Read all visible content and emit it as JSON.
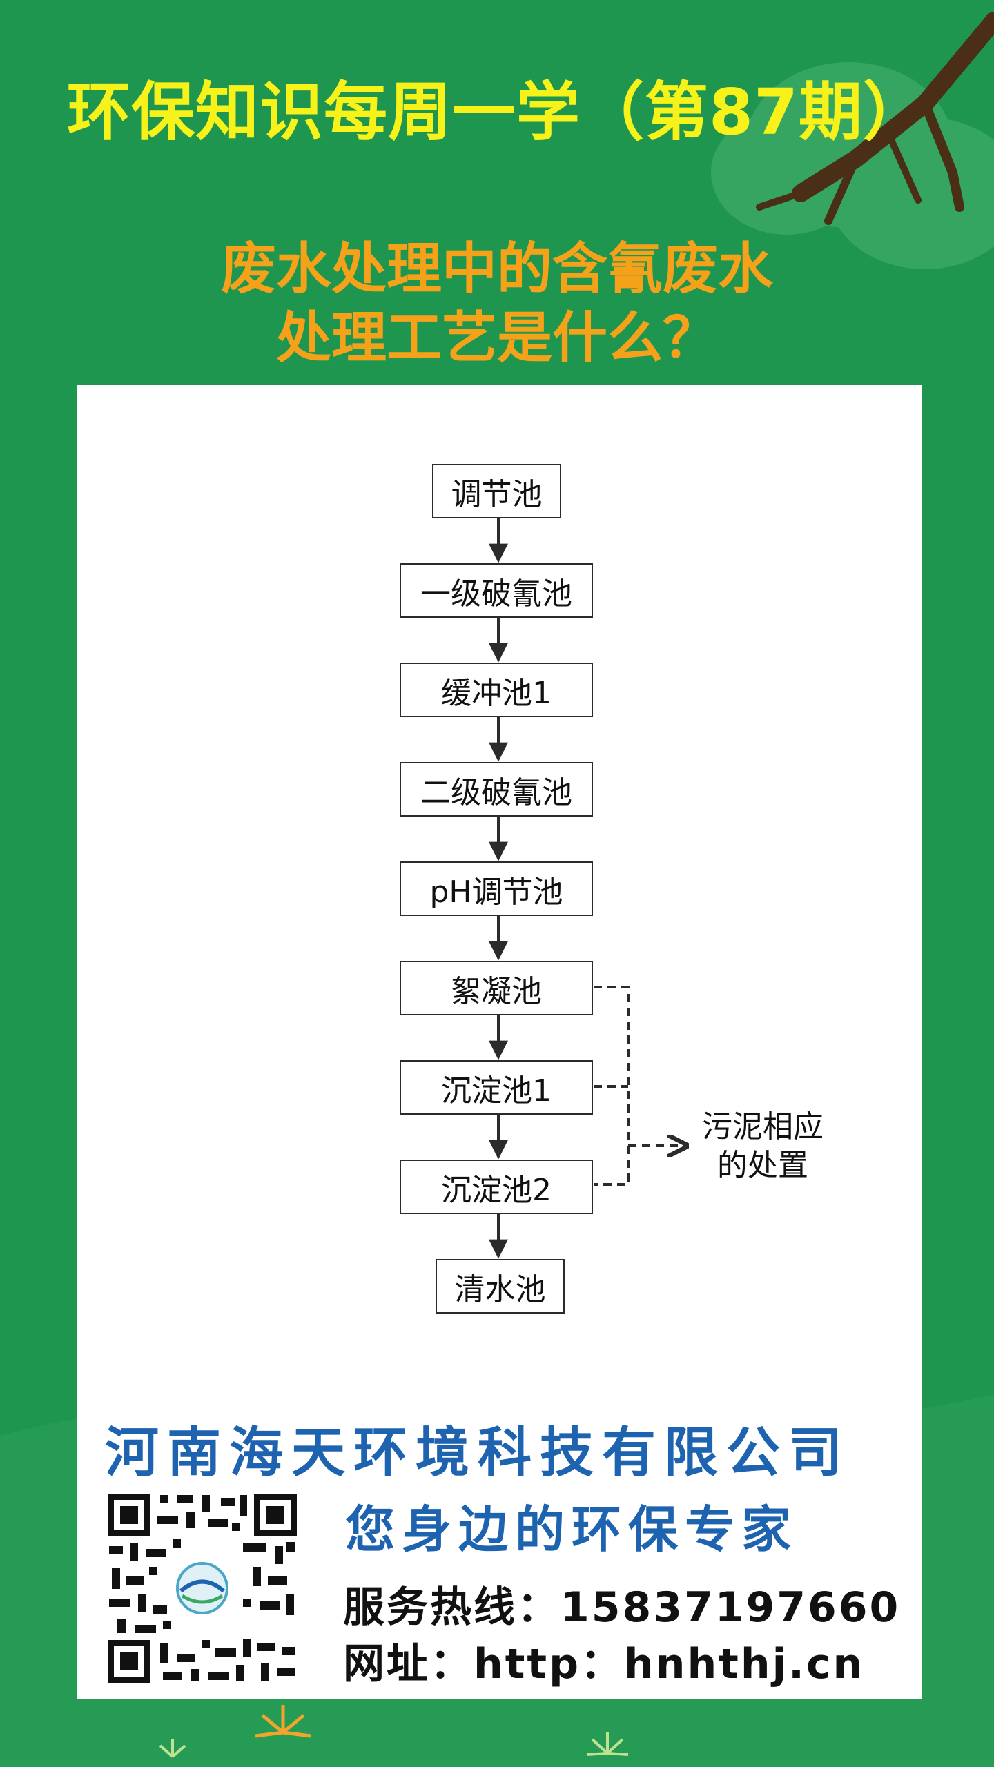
{
  "header": {
    "title": "环保知识每周一学（第87期）"
  },
  "question": {
    "line1": "废水处理中的含氰废水",
    "line2": "处理工艺是什么？"
  },
  "diagram": {
    "steps": [
      "调节池",
      "一级破氰池",
      "缓冲池1",
      "二级破氰池",
      "pH调节池",
      "絮凝池",
      "沉淀池1",
      "沉淀池2",
      "清水池"
    ],
    "sludge_line1": "污泥相应",
    "sludge_line2": "的处置"
  },
  "footer": {
    "company": "河南海天环境科技有限公司",
    "slogan": "您身边的环保专家",
    "hotline": "服务热线：15837197660",
    "website": "网址：http：hnhthj.cn"
  },
  "colors": {
    "background": "#1f9650",
    "title": "#f6f21a",
    "question": "#f5a21a",
    "company": "#1e63b0"
  },
  "icons": [
    "branch-decoration",
    "qr-code",
    "starburst-decoration"
  ]
}
